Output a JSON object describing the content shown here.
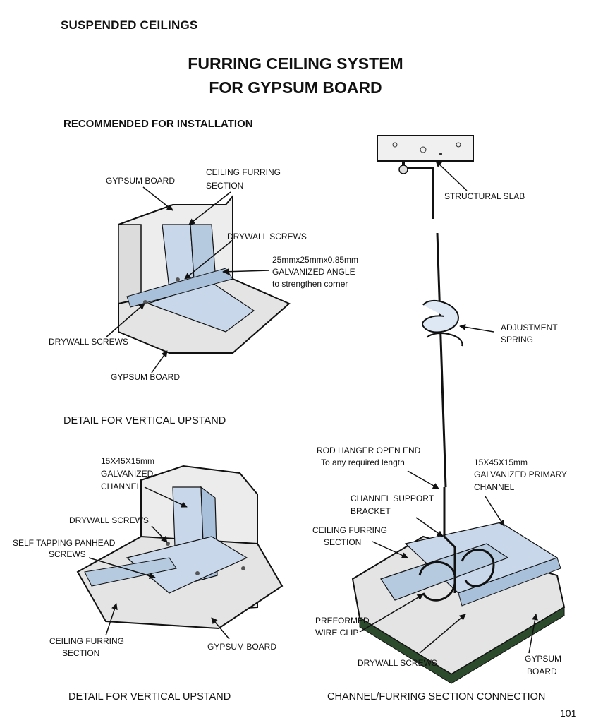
{
  "header": {
    "section": "SUSPENDED CEILINGS"
  },
  "title": {
    "line1": "FURRING CEILING SYSTEM",
    "line2": "FOR GYPSUM BOARD"
  },
  "subtitle": "RECOMMENDED FOR INSTALLATION",
  "detail1": {
    "labels": {
      "gypsum_board_top": "GYPSUM BOARD",
      "furring_1": "CEILING FURRING",
      "furring_2": "SECTION",
      "screws_top": "DRYWALL SCREWS",
      "angle_1": "25mmx25mmx0.85mm",
      "angle_2": "GALVANIZED ANGLE",
      "angle_3": "to strengthen corner",
      "screws_left": "DRYWALL SCREWS",
      "gypsum_board_bottom": "GYPSUM BOARD"
    },
    "caption": "DETAIL FOR VERTICAL UPSTAND"
  },
  "detail2": {
    "labels": {
      "channel_1": "15X45X15mm",
      "channel_2": "GALVANIZED",
      "channel_3": "CHANNEL",
      "screws": "DRYWALL SCREWS",
      "tapping_1": "SELF TAPPING PANHEAD",
      "tapping_2": "SCREWS",
      "furring_1": "CEILING FURRING",
      "furring_2": "SECTION",
      "gypsum_board": "GYPSUM BOARD"
    },
    "caption": "DETAIL FOR VERTICAL UPSTAND"
  },
  "detail3": {
    "labels": {
      "slab": "STRUCTURAL SLAB",
      "spring_1": "ADJUSTMENT",
      "spring_2": "SPRING",
      "rod_1": "ROD HANGER OPEN END",
      "rod_2": "To any required length",
      "primary_1": "15X45X15mm",
      "primary_2": "GALVANIZED PRIMARY",
      "primary_3": "CHANNEL",
      "bracket_1": "CHANNEL SUPPORT",
      "bracket_2": "BRACKET",
      "furring_1": "CEILING FURRING",
      "furring_2": "SECTION",
      "clip_1": "PREFORMED",
      "clip_2": "WIRE CLIP",
      "screws": "DRYWALL SCREWS",
      "gypsum_1": "GYPSUM",
      "gypsum_2": "BOARD"
    },
    "caption": "CHANNEL/FURRING SECTION CONNECTION"
  },
  "page_number": "101",
  "colors": {
    "steel": "#c8d8ea",
    "board": "#e6e6e6",
    "ink": "#111111",
    "edge": "#1f3a1f"
  }
}
